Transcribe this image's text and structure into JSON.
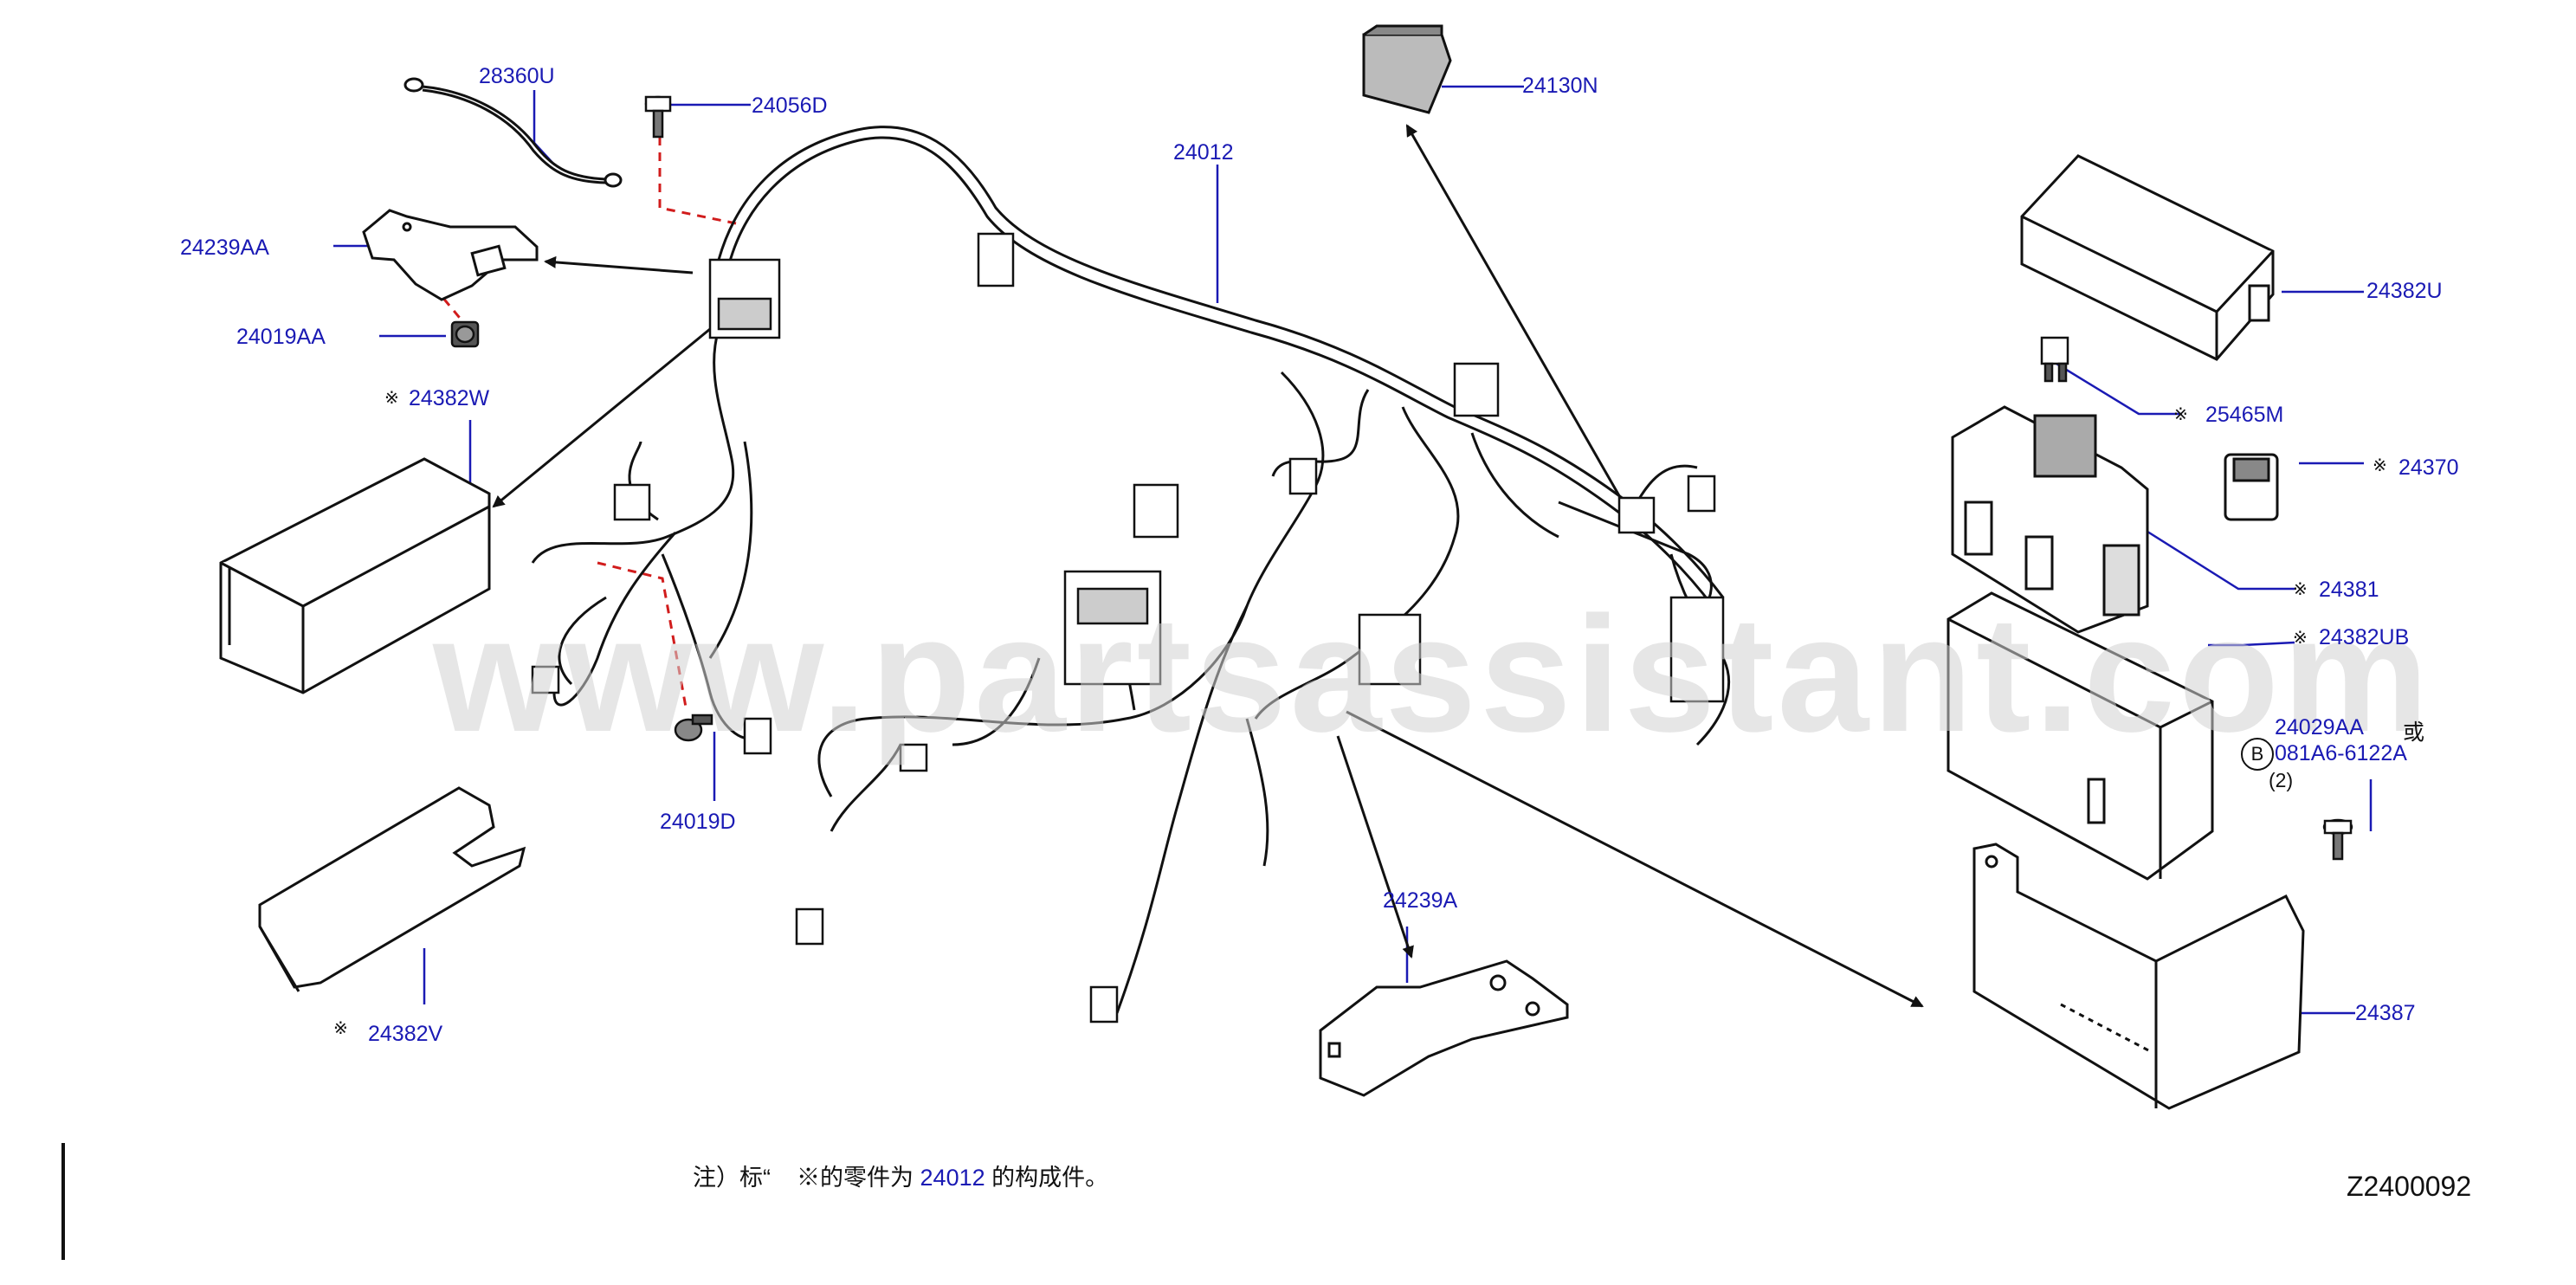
{
  "watermark": "www.partsassistant.com",
  "diagram_id": "Z2400092",
  "note": {
    "prefix": "注）标“",
    "mark": "※",
    "middle": "的零件为",
    "ref": "24012",
    "suffix": "的构成件。"
  },
  "mark_symbol": "※",
  "circle_b": "B",
  "or_text": "或",
  "qty": "(2)",
  "labels": {
    "p28360U": "28360U",
    "p24056D": "24056D",
    "p24239AA": "24239AA",
    "p24019AA": "24019AA",
    "p24382W": "24382W",
    "p24012": "24012",
    "p24130N": "24130N",
    "p24382U": "24382U",
    "p25465M": "25465M",
    "p24370": "24370",
    "p24381": "24381",
    "p24382UB": "24382UB",
    "p24029AA": "24029AA",
    "p081A6": "081A6-6122A",
    "p24019D": "24019D",
    "p24239A": "24239A",
    "p24382V": "24382V",
    "p24387": "24387"
  }
}
